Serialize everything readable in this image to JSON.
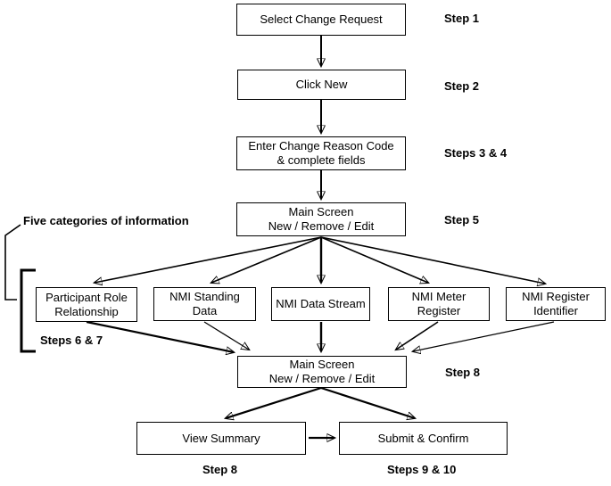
{
  "diagram": {
    "annotation": {
      "five_categories": "Five categories of information"
    },
    "nodes": {
      "select_change_request": {
        "line1": "Select Change Request"
      },
      "click_new": {
        "line1": "Click New"
      },
      "enter_change_reason": {
        "line1": "Enter Change Reason Code",
        "line2": "& complete fields"
      },
      "main_screen_1": {
        "line1": "Main Screen",
        "line2": "New / Remove / Edit"
      },
      "participant_role": {
        "line1": "Participant Role",
        "line2": "Relationship"
      },
      "nmi_standing_data": {
        "line1": "NMI Standing",
        "line2": "Data"
      },
      "nmi_data_stream": {
        "line1": "NMI Data Stream"
      },
      "nmi_meter_register": {
        "line1": "NMI Meter",
        "line2": "Register"
      },
      "nmi_register_identifier": {
        "line1": "NMI Register",
        "line2": "Identifier"
      },
      "main_screen_2": {
        "line1": "Main Screen",
        "line2": "New / Remove / Edit"
      },
      "view_summary": {
        "line1": "View Summary"
      },
      "submit_confirm": {
        "line1": "Submit & Confirm"
      }
    },
    "step_labels": {
      "step1": "Step 1",
      "step2": "Step 2",
      "steps3_4": "Steps 3 & 4",
      "step5": "Step 5",
      "steps6_7": "Steps 6 & 7",
      "step8_main": "Step 8",
      "step8_summary": "Step 8",
      "steps9_10": "Steps 9 & 10"
    },
    "colors": {
      "line": "#000000",
      "background": "#ffffff",
      "box_border": "#000000"
    }
  }
}
